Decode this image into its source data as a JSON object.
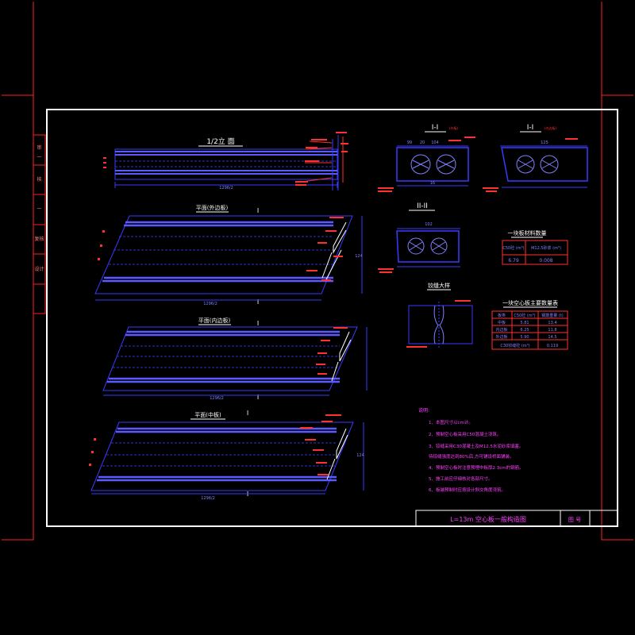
{
  "drawing": {
    "view_elevation": "1/2立 面",
    "view_plan_outer": "平面(外边板)",
    "view_plan_inner": "平面(内边板)",
    "view_plan_middle": "平面(中板)",
    "section_1_outer": "I-I",
    "section_1_inner": "I-I",
    "section_2": "II-II",
    "section_1_outer_note": "(外板)",
    "section_1_inner_note": "(内边板)",
    "section_mark": "I",
    "hinge_detail": "铰缝大样",
    "title_text": "L=13m  空心板一般构造图",
    "sheet_no_label": "图 号",
    "left_strip": [
      "审",
      "一",
      "核",
      "一",
      "复核",
      "设计"
    ]
  },
  "dims": {
    "half_length": "1296/2",
    "plan_width": "124",
    "sec_a": "99",
    "sec_b": "20",
    "sec_c": "104",
    "sec_d": "16",
    "sec2_top": "102",
    "sec3_top": "125"
  },
  "table_one": {
    "title": "一块板材料数量",
    "head": [
      "C50砼 (m³)",
      "M12.5砂浆 (m³)"
    ],
    "values": [
      "6.79",
      "0.008"
    ]
  },
  "table_two": {
    "title": "一块空心板主要数量表",
    "head": [
      "板类",
      "C50砼 (m³)",
      "钢筋重量 (t)"
    ],
    "rows": [
      [
        "中板",
        "5.81",
        "13.4"
      ],
      [
        "内边板",
        "6.25",
        "11.8"
      ],
      [
        "外边板",
        "5.90",
        "14.5"
      ]
    ],
    "extra": [
      "C30铰缝砼 (m³)",
      "0.119"
    ]
  },
  "notes": {
    "heading": "说明:",
    "items": [
      "1、本图尺寸以cm计。",
      "2、预制空心板采用C50混凝土浇筑。",
      "3、铰缝采用C30混凝土及M12.5水泥砂浆填塞。",
      "   待铰缝强度达到80%后,方可铺设桥面铺装。",
      "4、预制空心板时注意预埋中板厚2.3cm的钢筋。",
      "5、施工前应仔细核对各部尺寸。",
      "6、板端预制时应按设计斜交角度浇筑。"
    ]
  },
  "colors": {
    "frame": "#ffffff",
    "outer": "#ff2020",
    "line": "#3a3aff",
    "bright": "#8080ff",
    "text": "#ffffff",
    "note": "#ff40ff",
    "dim": "#ff3030",
    "green": "#30ff30"
  }
}
